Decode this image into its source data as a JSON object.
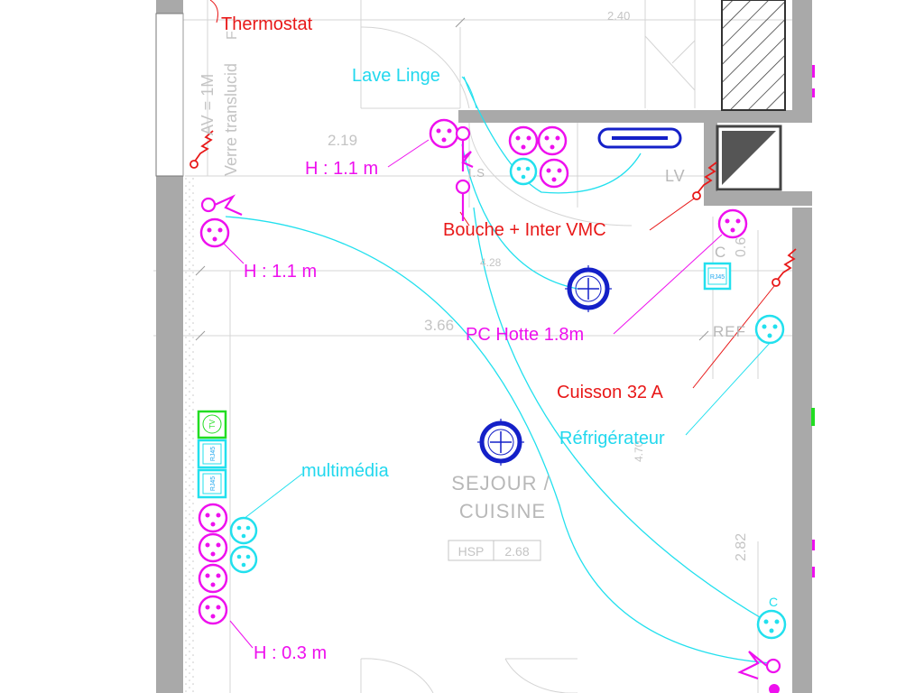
{
  "plan": {
    "room_name_line1": "SEJOUR /",
    "room_name_line2": "CUISINE",
    "hsp_label": "HSP",
    "hsp_value": "2.68",
    "vertical_text_1": "AV = 1M",
    "vertical_text_2": "Verre translucid",
    "vertical_letter": "F",
    "code_lv": "LV",
    "code_ref": "REF",
    "code_c1": "C",
    "code_c2": "C",
    "code_is": "I.S"
  },
  "dimensions": {
    "top_width": "2.40",
    "left_upper": "2.19",
    "middle_width": "4.28",
    "left_middle": "3.66",
    "right_lower": "2.82",
    "right_middle": "4.70",
    "right_upper": "0.6"
  },
  "annotations": {
    "thermostat": "Thermostat",
    "lave_linge": "Lave Linge",
    "h_11_top": "H : 1.1 m",
    "h_11_left": "H : 1.1 m",
    "bouche_vmc": "Bouche + Inter VMC",
    "pc_hotte": "PC Hotte 1.8m",
    "cuisson": "Cuisson 32 A",
    "refrigerateur": "Réfrigérateur",
    "multimedia": "multimédia",
    "h_03": "H : 0.3 m"
  },
  "outlets": {
    "rj45": "RJ45",
    "tv": "TV"
  },
  "colors": {
    "socket": "#ee10ee",
    "cyan": "#22e0ee",
    "red": "#e81818",
    "light": "#1420c8",
    "wall": "#a9a9a9",
    "tv_green": "#22dd22"
  }
}
